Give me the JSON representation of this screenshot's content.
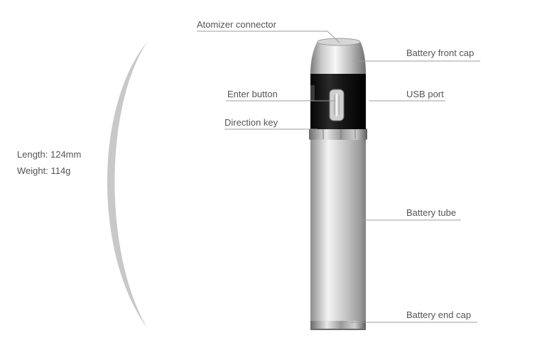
{
  "specs": {
    "length": "Length: 124mm",
    "weight": "Weight: 114g"
  },
  "labels": {
    "atomizer_connector": "Atomizer connector",
    "battery_front_cap": "Battery front cap",
    "enter_button": "Enter button",
    "usb_port": "USB port",
    "direction_key": "Direction key",
    "battery_tube": "Battery tube",
    "battery_end_cap": "Battery end cap"
  },
  "colors": {
    "label_text": "#555555",
    "leader_line": "#999999",
    "arc": "#c4c4c4",
    "metal_light": "#f2f2f2",
    "metal_dark": "#8a8a8a",
    "control_band": "#1a1a1a"
  }
}
